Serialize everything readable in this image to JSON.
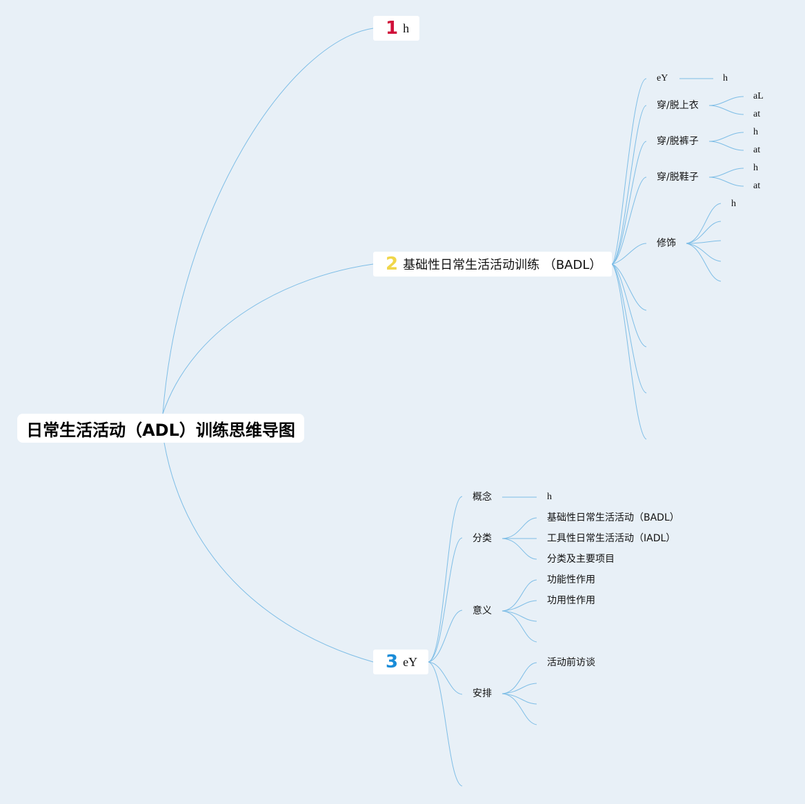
{
  "root": {
    "title": "日常生活活动（ADL）训练思维导图"
  },
  "topics": [
    {
      "number": "1",
      "label": "h",
      "number_color": "#d0103a"
    },
    {
      "number": "2",
      "label": "基础性日常生活活动训练 （BADL）",
      "number_color": "#f0d64a"
    },
    {
      "number": "3",
      "label": "eY",
      "number_color": "#1a8cd8"
    }
  ],
  "badl": {
    "item1": {
      "label": "eY",
      "child": "h"
    },
    "shirt": {
      "label": "穿/脱上衣",
      "children": [
        "aL",
        "at"
      ]
    },
    "pants": {
      "label": "穿/脱裤子",
      "children": [
        "h",
        "at"
      ]
    },
    "shoes": {
      "label": "穿/脱鞋子",
      "children": [
        "h",
        "at"
      ]
    },
    "grooming": {
      "label": "修饰",
      "children": [
        "h"
      ]
    }
  },
  "topic3": {
    "concept": {
      "label": "概念",
      "child": "h"
    },
    "classification": {
      "label": "分类",
      "children": [
        "基础性日常生活活动（BADL）",
        "工具性日常生活活动（IADL）",
        "分类及主要项目"
      ]
    },
    "meaning": {
      "label": "意义",
      "children": [
        "功能性作用",
        "功用性作用"
      ]
    },
    "arrangement": {
      "label": "安排",
      "children": [
        "活动前访谈"
      ]
    }
  },
  "colors": {
    "background": "#e8f0f7",
    "link": "#7dbde6"
  }
}
